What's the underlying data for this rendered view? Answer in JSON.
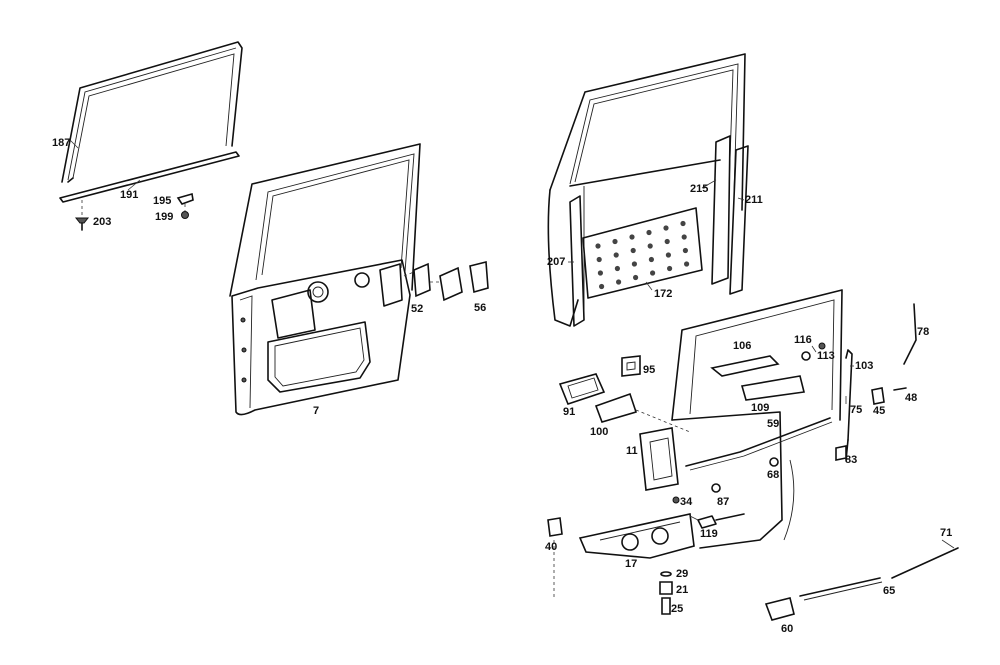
{
  "labels": {
    "p187": "187",
    "p191": "191",
    "p195": "195",
    "p199": "199",
    "p203": "203",
    "p7": "7",
    "p52": "52",
    "p56": "56",
    "p215": "215",
    "p211": "211",
    "p207": "207",
    "p172": "172",
    "p106": "106",
    "p116": "116",
    "p113": "113",
    "p103": "103",
    "p78": "78",
    "p95": "95",
    "p91": "91",
    "p100": "100",
    "p109": "109",
    "p75": "75",
    "p45": "45",
    "p48": "48",
    "p59": "59",
    "p11": "11",
    "p83": "83",
    "p68": "68",
    "p87": "87",
    "p34": "34",
    "p119": "119",
    "p40": "40",
    "p17": "17",
    "p29": "29",
    "p21": "21",
    "p25": "25",
    "p71": "71",
    "p65": "65",
    "p60": "60"
  }
}
